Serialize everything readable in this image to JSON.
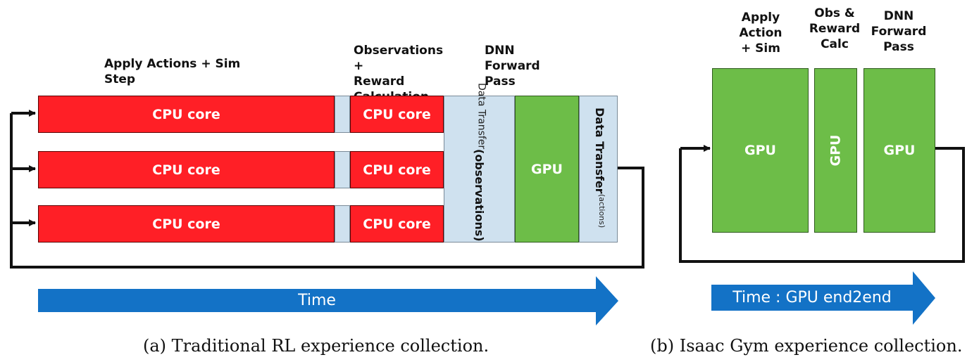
{
  "panel_a": {
    "headers": {
      "sim_step": "Apply Actions + Sim Step",
      "obs_reward": "Observations +\nReward\nCalculation",
      "dnn": "DNN\nForward\nPass"
    },
    "rows": [
      {
        "cpu1": "CPU core",
        "cpu2": "CPU core"
      },
      {
        "cpu1": "CPU core",
        "cpu2": "CPU core"
      },
      {
        "cpu1": "CPU core",
        "cpu2": "CPU core"
      }
    ],
    "transfer_obs_title": "Data Transfer",
    "transfer_obs_sub": "(observations)",
    "gpu": "GPU",
    "transfer_act_title": "Data Transfer",
    "transfer_act_sub": "(actions)",
    "time_label": "Time",
    "caption": "(a) Traditional RL experience collection."
  },
  "panel_b": {
    "headers": {
      "apply": "Apply\nAction\n+ Sim",
      "obs": "Obs &\nReward\nCalc",
      "dnn": "DNN\nForward\nPass"
    },
    "gpu1": "GPU",
    "gpu2": "GPU",
    "gpu3": "GPU",
    "time_label": "Time : GPU end2end",
    "caption": "(b) Isaac Gym experience collection."
  },
  "colors": {
    "cpu": "#ff1f26",
    "gpu": "#6dbd48",
    "transfer": "#cfe1ef",
    "time_arrow": "#1372c6"
  }
}
